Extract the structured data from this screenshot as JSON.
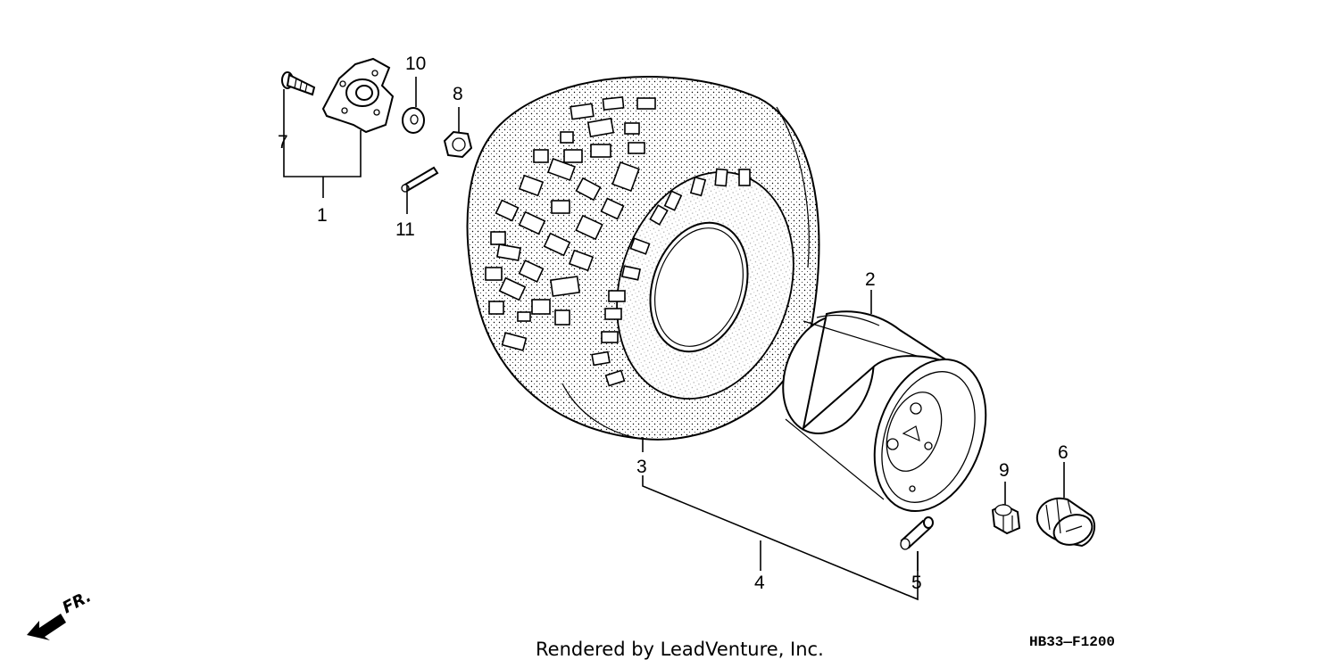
{
  "diagram": {
    "callouts": {
      "c1": "1",
      "c2": "2",
      "c3": "3",
      "c4": "4",
      "c5": "5",
      "c6": "6",
      "c7": "7",
      "c8": "8",
      "c9": "9",
      "c10": "10",
      "c11": "11"
    },
    "front_label": "FR.",
    "diagram_code": "HB33—F1200",
    "credit": "Rendered by LeadVenture, Inc."
  }
}
